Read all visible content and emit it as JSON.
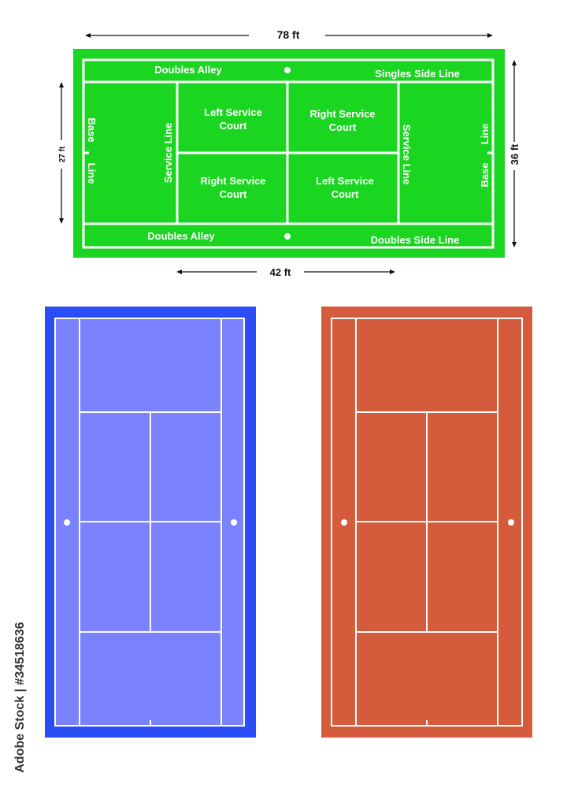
{
  "colors": {
    "green_court": "#1ad621",
    "blue_surround": "#2a4df5",
    "blue_court": "#7b82ff",
    "clay_court": "#d45c3c",
    "lines": "#ffffff",
    "dimension_text": "#111111"
  },
  "dimensions": {
    "length": "78 ft",
    "doubles_width": "36 ft",
    "singles_width": "27 ft",
    "service_line_width": "42 ft"
  },
  "labels": {
    "doubles_alley_top": "Doubles Alley",
    "singles_side_line": "Singles Side Line",
    "doubles_alley_bottom": "Doubles Alley",
    "doubles_side_line": "Doubles Side Line",
    "base_left": "Base",
    "line_left": "Line",
    "base_right": "Base",
    "line_right": "Line",
    "service_line_left": "Service Line",
    "service_line_right": "Service Line",
    "court_tl_1": "Left Service",
    "court_tl_2": "Court",
    "court_tr_1": "Right Service",
    "court_tr_2": "Court",
    "court_bl_1": "Right Service",
    "court_bl_2": "Court",
    "court_br_1": "Left Service",
    "court_br_2": "Court"
  },
  "watermark": "Adobe Stock | #34518636"
}
